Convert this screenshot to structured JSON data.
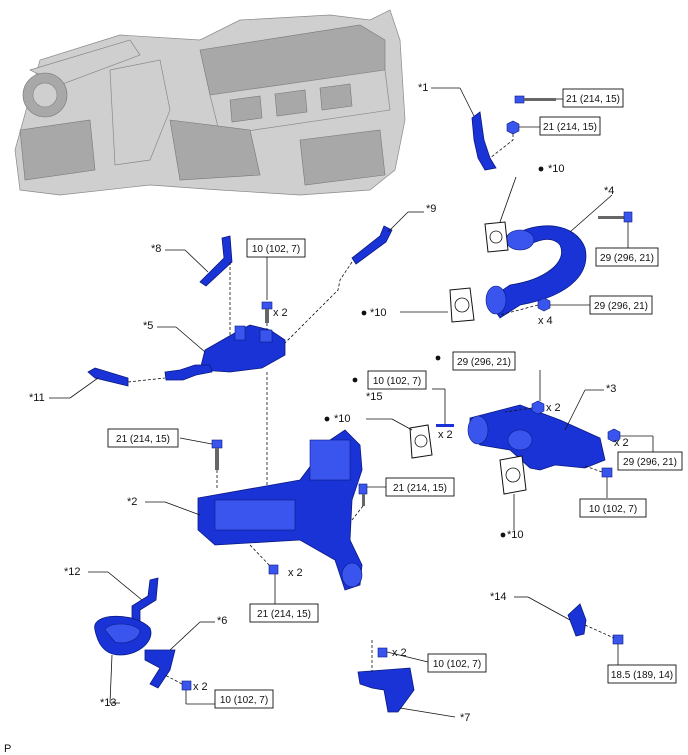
{
  "callouts": {
    "c1": "*1",
    "c2": "*2",
    "c3": "*3",
    "c4": "*4",
    "c5": "*5",
    "c6": "*6",
    "c7": "*7",
    "c8": "*8",
    "c9": "*9",
    "c10": "*10",
    "c11": "*11",
    "c12": "*12",
    "c13": "*13",
    "c14": "*14",
    "c15": "*15"
  },
  "torque": {
    "t21": "21 (214, 15)",
    "t29": "29 (296, 21)",
    "t10": "10 (102, 7)",
    "t185": "18.5 (189, 14)"
  },
  "qty": {
    "x2": "x 2",
    "x4": "x 4"
  },
  "footer": "P",
  "colors": {
    "part_blue": "#1a33d6",
    "engine_grey": "#cfcfcf"
  }
}
